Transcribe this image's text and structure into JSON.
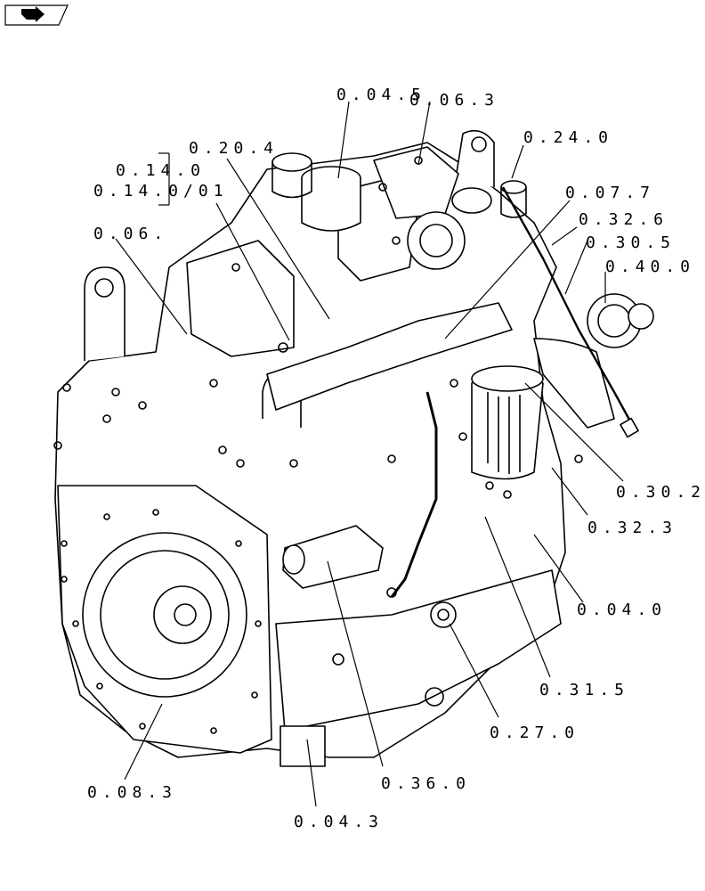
{
  "nav": {
    "icon": "arrow-right-icon"
  },
  "callouts": [
    {
      "id": "c0045",
      "text": "0.04.5"
    },
    {
      "id": "c0063",
      "text": "0.06.3"
    },
    {
      "id": "c0204",
      "text": "0.20.4"
    },
    {
      "id": "c0240",
      "text": "0.24.0"
    },
    {
      "id": "c0140",
      "text": "0.14.0"
    },
    {
      "id": "c014001",
      "text": "0.14.0/01"
    },
    {
      "id": "c0077",
      "text": "0.07.7"
    },
    {
      "id": "c0326",
      "text": "0.32.6"
    },
    {
      "id": "c006",
      "text": "0.06."
    },
    {
      "id": "c0305",
      "text": "0.30.5"
    },
    {
      "id": "c0400",
      "text": "0.40.0"
    },
    {
      "id": "c030x",
      "text": "0.30.2"
    },
    {
      "id": "c0323",
      "text": "0.32.3"
    },
    {
      "id": "c0040",
      "text": "0.04.0"
    },
    {
      "id": "c0315",
      "text": "0.31.5"
    },
    {
      "id": "c0270",
      "text": "0.27.0"
    },
    {
      "id": "c0083",
      "text": "0.08.3"
    },
    {
      "id": "c0360",
      "text": "0.36.0"
    },
    {
      "id": "c0043",
      "text": "0.04.3"
    }
  ]
}
